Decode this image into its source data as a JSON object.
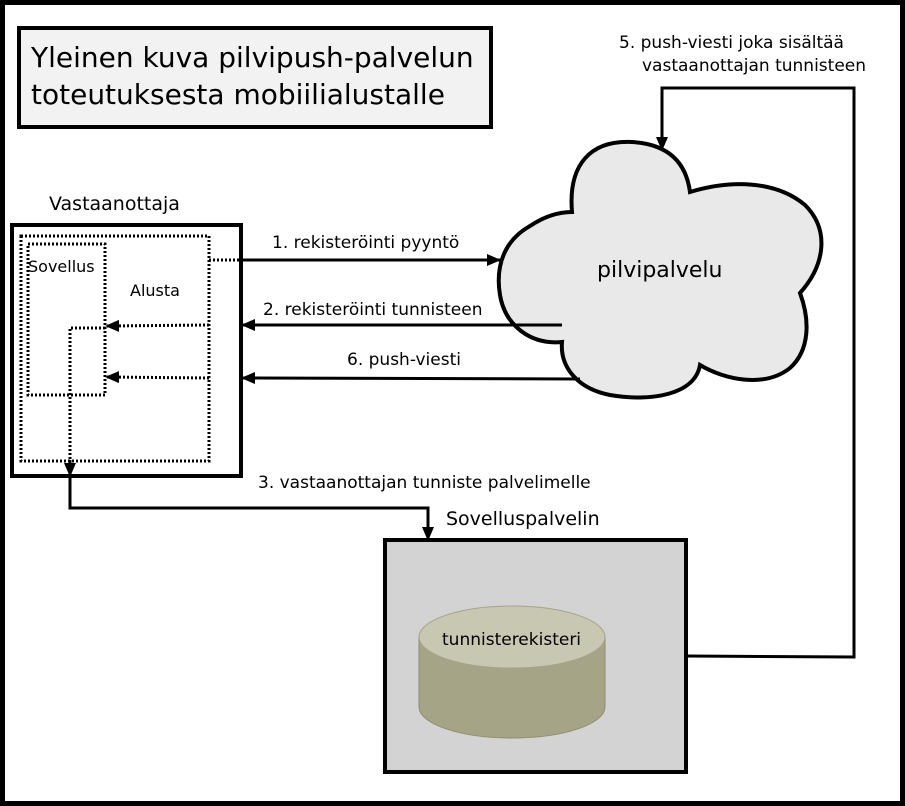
{
  "title": {
    "line1": "Yleinen kuva pilvipush-palvelun",
    "line2": "toteutuksesta mobiilialustalle"
  },
  "receiver": {
    "label": "Vastaanottaja",
    "app_label": "Sovellus",
    "platform_label": "Alusta"
  },
  "cloud": {
    "label": "pilvipalvelu",
    "fill": "#e9e9e9"
  },
  "server": {
    "label": "Sovelluspalvelin",
    "fill": "#d3d3d3",
    "database_label": "tunnisterekisteri",
    "database_top": "#c8c7b2",
    "database_body": "#a5a487"
  },
  "steps": {
    "s1": "1. rekisteröinti pyyntö",
    "s2": "2. rekisteröinti tunnisteen",
    "s3": "3. vastaanottajan tunniste palvelimelle",
    "s5_line1": "5. push-viesti joka sisältää",
    "s5_line2": "vastaanottajan tunnisteen",
    "s6": "6. push-viesti"
  },
  "colors": {
    "title_box_fill": "#f2f2f2",
    "stroke": "#000000"
  }
}
